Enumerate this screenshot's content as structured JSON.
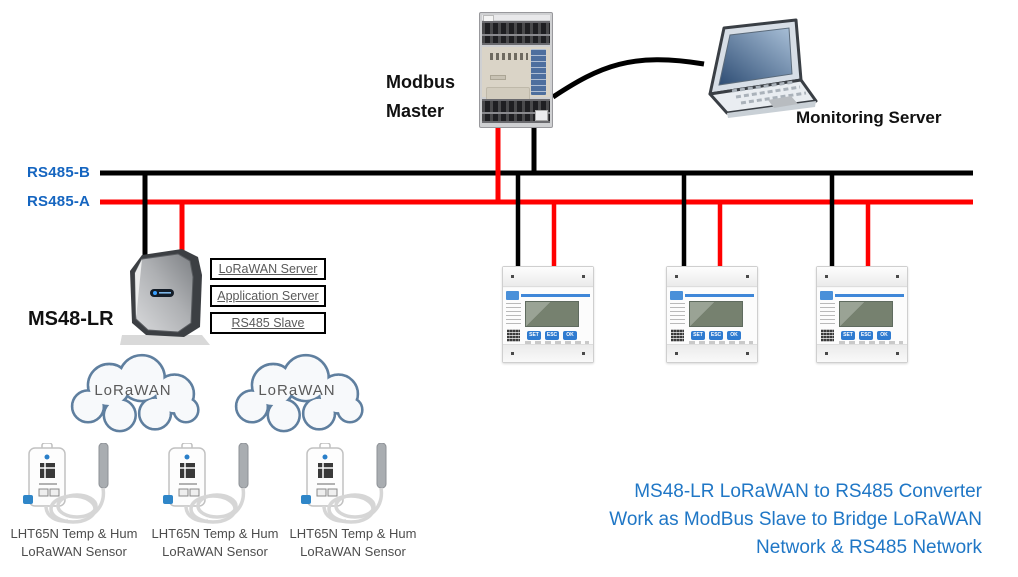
{
  "bus": {
    "label_b": "RS485-B",
    "label_a": "RS485-A",
    "line_b_color": "#000000",
    "line_a_color": "#ff0000",
    "label_color": "#1565c0"
  },
  "plc": {
    "label_line1": "Modbus",
    "label_line2": "Master"
  },
  "laptop": {
    "label": "Monitoring Server"
  },
  "gateway": {
    "label": "MS48-LR",
    "roles": [
      "LoRaWAN Server",
      "Application Server",
      "RS485 Slave"
    ]
  },
  "clouds": [
    {
      "label": "LoRaWAN"
    },
    {
      "label": "LoRaWAN"
    }
  ],
  "sensors": [
    {
      "line1": "LHT65N Temp & Hum",
      "line2": "LoRaWAN Sensor"
    },
    {
      "line1": "LHT65N Temp & Hum",
      "line2": "LoRaWAN Sensor"
    },
    {
      "line1": "LHT65N Temp & Hum",
      "line2": "LoRaWAN Sensor"
    }
  ],
  "meter": {
    "buttons": [
      "SET",
      "ESC",
      "OK"
    ]
  },
  "caption": {
    "line1": "MS48-LR LoRaWAN to RS485 Converter",
    "line2": "Work as ModBus Slave to Bridge LoRaWAN",
    "line3": "Network & RS485 Network",
    "color": "#2077c6"
  }
}
